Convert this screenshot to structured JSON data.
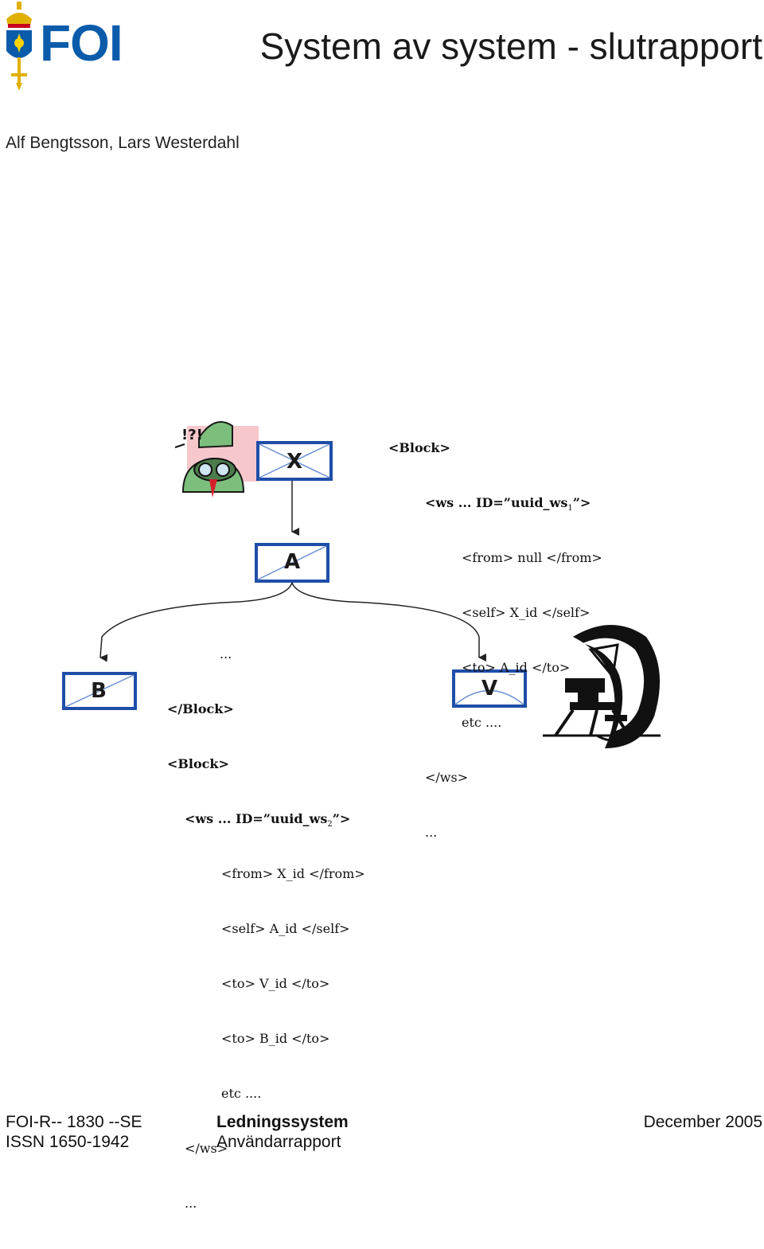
{
  "logo": {
    "text": "FOI",
    "brand_color": "#0a5cab",
    "crest_icon": "crown-crest-icon"
  },
  "title": "System av system - slutrapport",
  "authors": "Alf Bengtsson, Lars Westerdahl",
  "figure": {
    "nodes": {
      "x": "X",
      "a": "A",
      "b": "B",
      "v": "V"
    },
    "icons": {
      "soldier": "soldier-with-binoculars-icon",
      "radar": "radar-dish-icon"
    },
    "code_top": {
      "l1": "<Block>",
      "l2": "<ws ... ID=”uuid_ws",
      "l2_sub": "1",
      "l2_end": "”>",
      "l3": "<from> null </from>",
      "l4": "<self> X_id </self>",
      "l5": "<to> A_id </to>",
      "l6": "etc ....",
      "l7": "</ws>",
      "l8": "..."
    },
    "code_bottom": {
      "l1": "...",
      "l2": "</Block>",
      "l3": "<Block>",
      "l4": "<ws ... ID=”uuid_ws",
      "l4_sub": "2",
      "l4_end": "”>",
      "l5": "<from> X_id </from>",
      "l6": "<self> A_id </self>",
      "l7": "<to> V_id </to>",
      "l8": "<to> B_id </to>",
      "l9": "etc ....",
      "l10": "</ws>",
      "l11": "..."
    }
  },
  "footer": {
    "report_number": "FOI-R-- 1830 --SE",
    "issn": "ISSN 1650-1942",
    "category": "Ledningssystem",
    "report_type": "Användarrapport",
    "date": "December 2005"
  }
}
